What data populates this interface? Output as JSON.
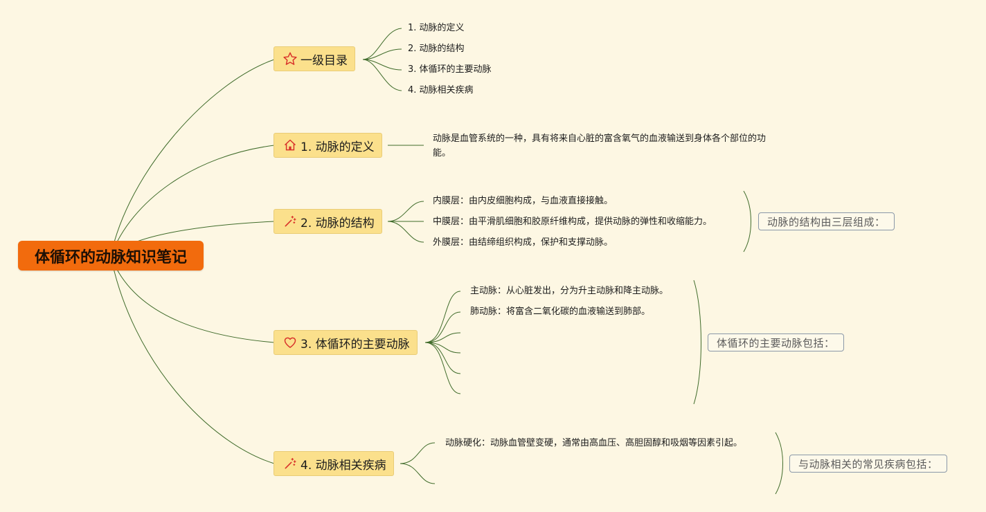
{
  "root": {
    "label": "体循环的动脉知识笔记"
  },
  "topics": [
    {
      "label": "一级目录",
      "icon": "star-icon",
      "children": [
        "1. 动脉的定义",
        "2. 动脉的结构",
        "3. 体循环的主要动脉",
        "4. 动脉相关疾病"
      ]
    },
    {
      "label": "1. 动脉的定义",
      "icon": "home-icon",
      "children": [
        "动脉是血管系统的一种，具有将来自心脏的富含氧气的血液输送到身体各个部位的功能。"
      ]
    },
    {
      "label": "2. 动脉的结构",
      "icon": "magic-wand-icon",
      "children": [
        "内膜层：由内皮细胞构成，与血液直接接触。",
        "中膜层：由平滑肌细胞和胶原纤维构成，提供动脉的弹性和收缩能力。",
        "外膜层：由结缔组织构成，保护和支撑动脉。"
      ],
      "summary": "动脉的结构由三层组成："
    },
    {
      "label": "3. 体循环的主要动脉",
      "icon": "heart-icon",
      "children": [
        "主动脉：从心脏发出，分为升主动脉和降主动脉。",
        "肺动脉：将富含二氧化碳的血液输送到肺部。",
        "",
        "",
        "",
        ""
      ],
      "summary": "体循环的主要动脉包括："
    },
    {
      "label": "4. 动脉相关疾病",
      "icon": "magic-wand-icon",
      "children": [
        "动脉硬化：动脉血管壁变硬，通常由高血压、高胆固醇和吸烟等因素引起。",
        ""
      ],
      "summary": "与动脉相关的常见疾病包括："
    }
  ],
  "colors": {
    "background": "#fdf7e3",
    "root": "#f26b0d",
    "topic": "#fbe08c",
    "line": "#3f6b2a",
    "icon": "#d8322a"
  }
}
